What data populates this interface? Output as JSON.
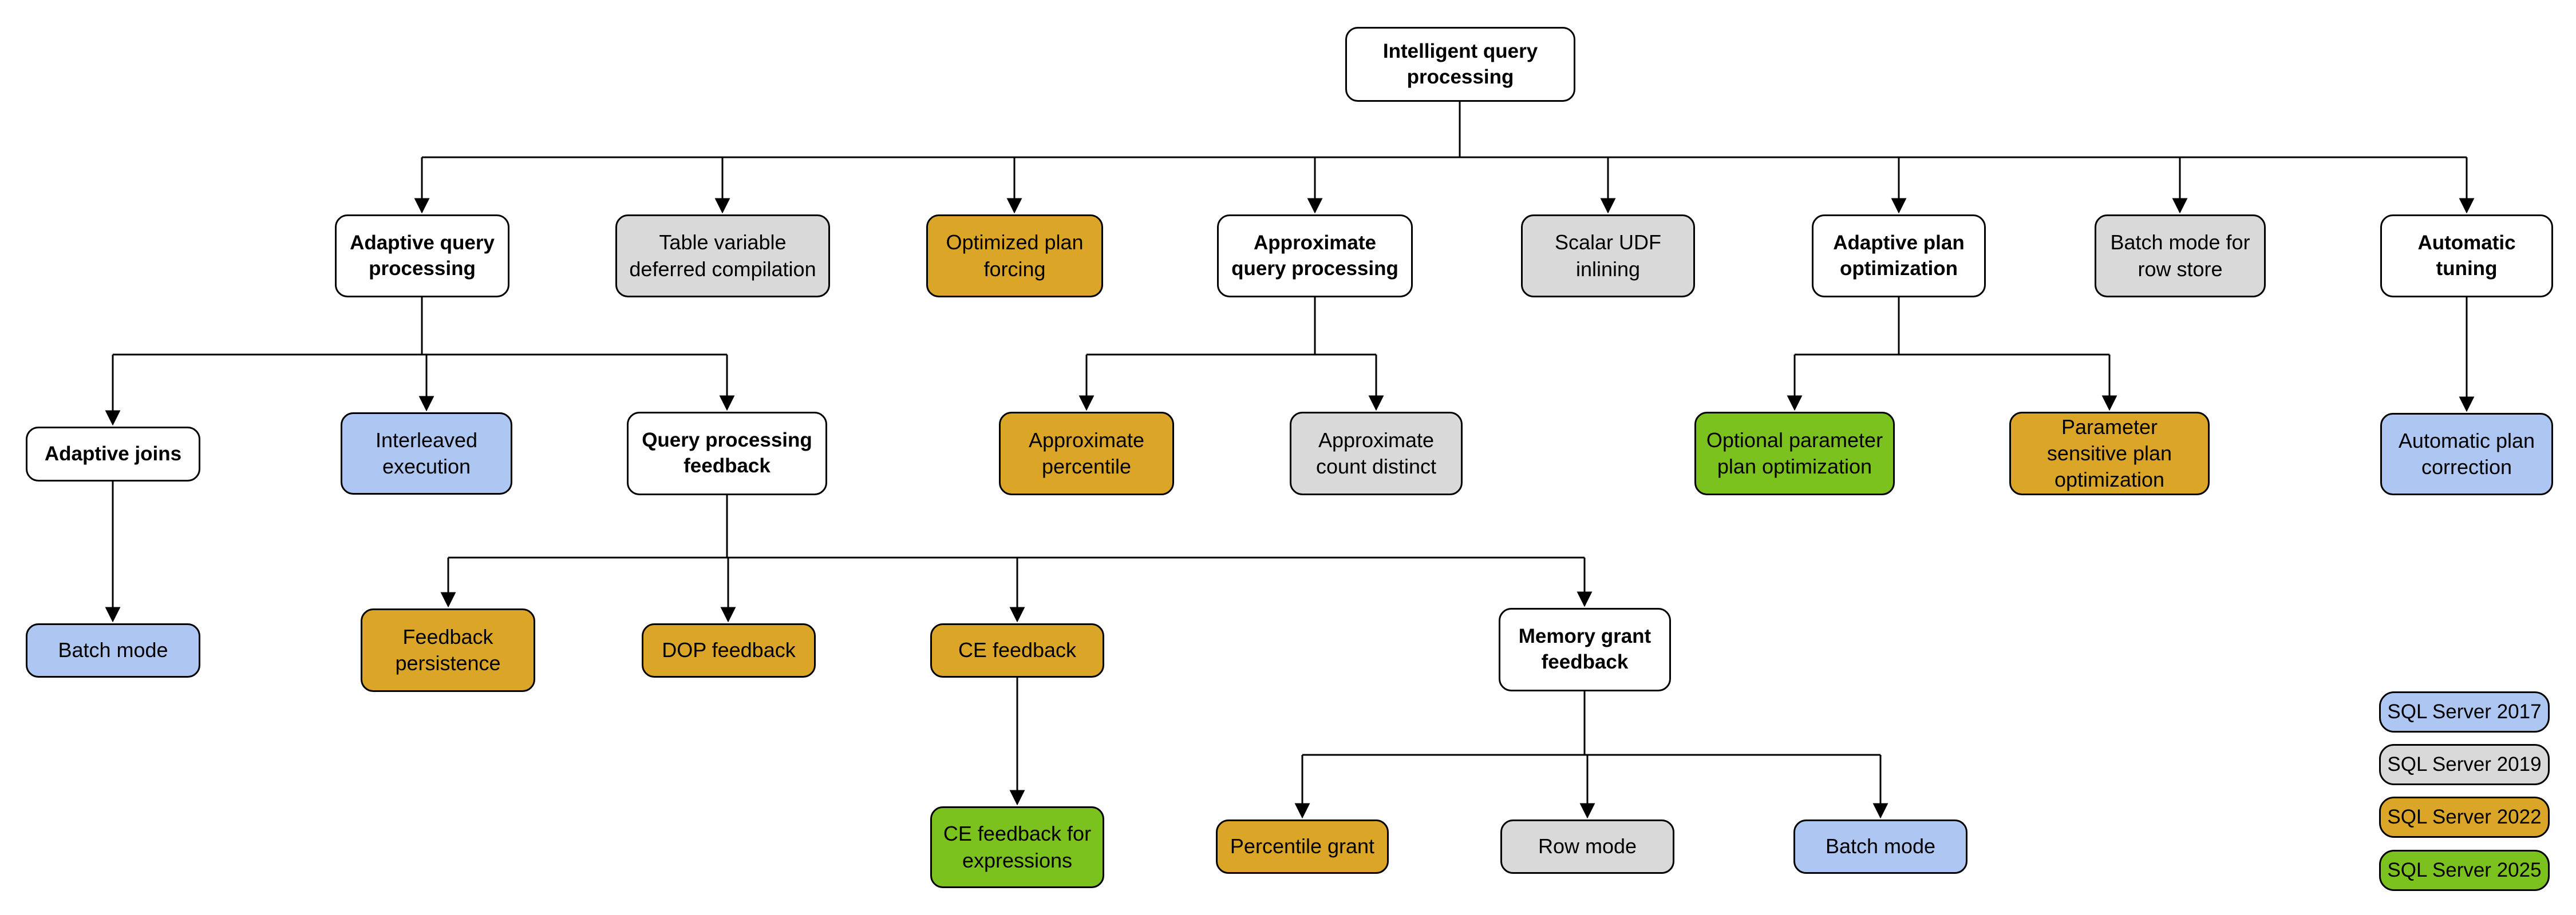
{
  "diagram": {
    "root_label": "Intelligent query processing",
    "nodes": {
      "root": {
        "label": "Intelligent query processing",
        "version": "base"
      },
      "aqp": {
        "label": "Adaptive query processing",
        "version": "base"
      },
      "tvdc": {
        "label": "Table variable deferred compilation",
        "version": "2019"
      },
      "opf": {
        "label": "Optimized plan forcing",
        "version": "2022"
      },
      "approx": {
        "label": "Approximate query processing",
        "version": "base"
      },
      "sudf": {
        "label": "Scalar UDF inlining",
        "version": "2019"
      },
      "apo": {
        "label": "Adaptive plan optimization",
        "version": "base"
      },
      "bmrs": {
        "label": "Batch mode for row store",
        "version": "2019"
      },
      "atun": {
        "label": "Automatic tuning",
        "version": "base"
      },
      "aj": {
        "label": "Adaptive joins",
        "version": "base"
      },
      "ie": {
        "label": "Interleaved execution",
        "version": "2017"
      },
      "qpf": {
        "label": "Query processing feedback",
        "version": "base"
      },
      "apct": {
        "label": "Approximate percentile",
        "version": "2022"
      },
      "acd": {
        "label": "Approximate count distinct",
        "version": "2019"
      },
      "oppo": {
        "label": "Optional parameter plan optimization",
        "version": "2025"
      },
      "pspo": {
        "label": "Parameter sensitive plan optimization",
        "version": "2022"
      },
      "apc": {
        "label": "Automatic plan correction",
        "version": "2017"
      },
      "bm1": {
        "label": "Batch mode",
        "version": "2017"
      },
      "fp": {
        "label": "Feedback persistence",
        "version": "2022"
      },
      "dop": {
        "label": "DOP feedback",
        "version": "2022"
      },
      "cef": {
        "label": "CE feedback",
        "version": "2022"
      },
      "mgf": {
        "label": "Memory grant feedback",
        "version": "base"
      },
      "ceffe": {
        "label": "CE feedback for expressions",
        "version": "2025"
      },
      "pg": {
        "label": "Percentile grant",
        "version": "2022"
      },
      "rm": {
        "label": "Row mode",
        "version": "2019"
      },
      "bm2": {
        "label": "Batch mode",
        "version": "2017"
      }
    },
    "edges": [
      [
        "root",
        "aqp"
      ],
      [
        "root",
        "tvdc"
      ],
      [
        "root",
        "opf"
      ],
      [
        "root",
        "approx"
      ],
      [
        "root",
        "sudf"
      ],
      [
        "root",
        "apo"
      ],
      [
        "root",
        "bmrs"
      ],
      [
        "root",
        "atun"
      ],
      [
        "aqp",
        "aj"
      ],
      [
        "aqp",
        "ie"
      ],
      [
        "aqp",
        "qpf"
      ],
      [
        "approx",
        "apct"
      ],
      [
        "approx",
        "acd"
      ],
      [
        "apo",
        "oppo"
      ],
      [
        "apo",
        "pspo"
      ],
      [
        "atun",
        "apc"
      ],
      [
        "aj",
        "bm1"
      ],
      [
        "qpf",
        "fp"
      ],
      [
        "qpf",
        "dop"
      ],
      [
        "qpf",
        "cef"
      ],
      [
        "qpf",
        "mgf"
      ],
      [
        "cef",
        "ceffe"
      ],
      [
        "mgf",
        "pg"
      ],
      [
        "mgf",
        "rm"
      ],
      [
        "mgf",
        "bm2"
      ]
    ]
  },
  "legend": {
    "items": [
      {
        "label": "SQL Server 2017",
        "version": "2017"
      },
      {
        "label": "SQL Server 2019",
        "version": "2019"
      },
      {
        "label": "SQL Server 2022",
        "version": "2022"
      },
      {
        "label": "SQL Server 2025",
        "version": "2025"
      }
    ]
  },
  "colors": {
    "sql2017": "#AEC6F2",
    "sql2019": "#D9D9D9",
    "sql2022": "#DBA628",
    "sql2025": "#7CC21E",
    "border": "#000000",
    "line": "#000000"
  }
}
